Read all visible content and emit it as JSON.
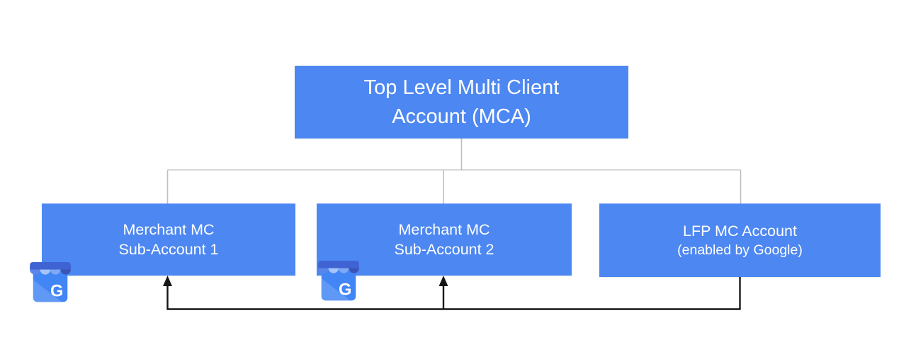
{
  "colors": {
    "node_fill": "#4d87f1",
    "node_text": "#ffffff",
    "tree_line": "#bfbfbf",
    "flow_line": "#161616",
    "icon_body": "#4285f4",
    "icon_awning_bar": "#3f63d2",
    "icon_scallop_1": "#5b86e9",
    "icon_scallop_2": "#a6c4f9",
    "icon_scallop_3": "#7fa9f2",
    "icon_scallop_4": "#3a55b5",
    "page_bg": "#ffffff"
  },
  "diagram": {
    "nodes": {
      "mca": {
        "line1": "Top Level Multi Client",
        "line2": "Account (MCA)"
      },
      "sub1": {
        "line1": "Merchant MC",
        "line2": "Sub-Account 1"
      },
      "sub2": {
        "line1": "Merchant MC",
        "line2": "Sub-Account 2"
      },
      "lfp": {
        "line1": "LFP MC Account",
        "line2": "(enabled by Google)"
      }
    },
    "icons": {
      "business_letter": "G"
    }
  }
}
